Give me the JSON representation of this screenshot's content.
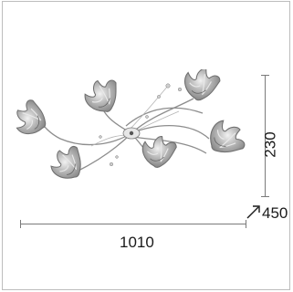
{
  "dimensions": {
    "width": "1010",
    "height": "230",
    "depth": "450"
  },
  "colors": {
    "frame": "#bdbdbd",
    "dimension_line": "#7a7a7a",
    "text": "#1a1a1a",
    "glass": "#9c9c9c"
  }
}
